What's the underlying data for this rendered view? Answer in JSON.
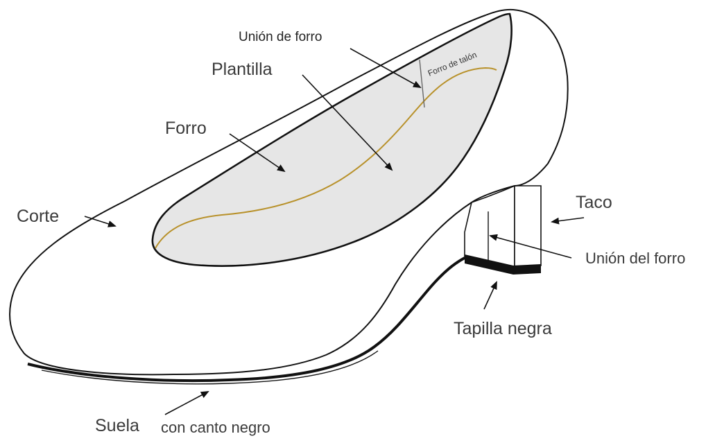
{
  "diagram": {
    "labels": {
      "union_forro": "Unión de forro",
      "forro_talon": "Forro de talón",
      "plantilla": "Plantilla",
      "forro": "Forro",
      "corte": "Corte",
      "taco": "Taco",
      "union_del_forro": "Unión del forro",
      "tapilla_negra": "Tapilla negra",
      "suela": "Suela",
      "con_canto_negro": "con canto negro"
    },
    "colors": {
      "outline": "#111111",
      "lining_fill": "#e6e6e6",
      "insole_line": "#b8912a",
      "tapilla": "#111111",
      "label_text": "#3a3a3a"
    }
  }
}
